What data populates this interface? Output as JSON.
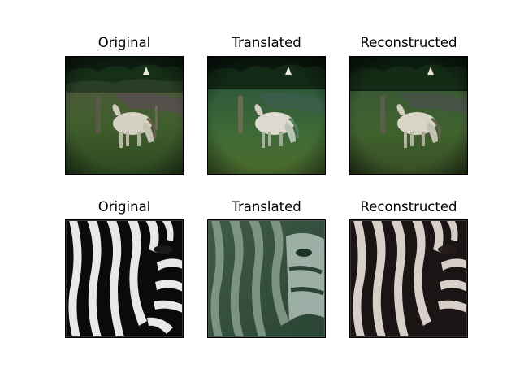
{
  "rows": [
    {
      "subject": "horse",
      "titles": [
        "Original",
        "Translated",
        "Reconstructed"
      ]
    },
    {
      "subject": "zebra",
      "titles": [
        "Original",
        "Translated",
        "Reconstructed"
      ]
    }
  ]
}
